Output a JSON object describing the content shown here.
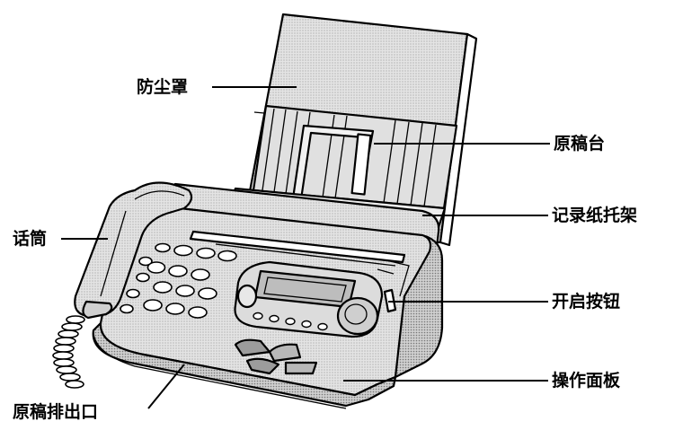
{
  "labels": {
    "dust_cover": "防尘罩",
    "document_tray": "原稿台",
    "recording_paper_holder": "记录纸托架",
    "handset": "话筒",
    "open_button": "开启按钮",
    "operation_panel": "操作面板",
    "document_exit": "原稿排出口"
  }
}
